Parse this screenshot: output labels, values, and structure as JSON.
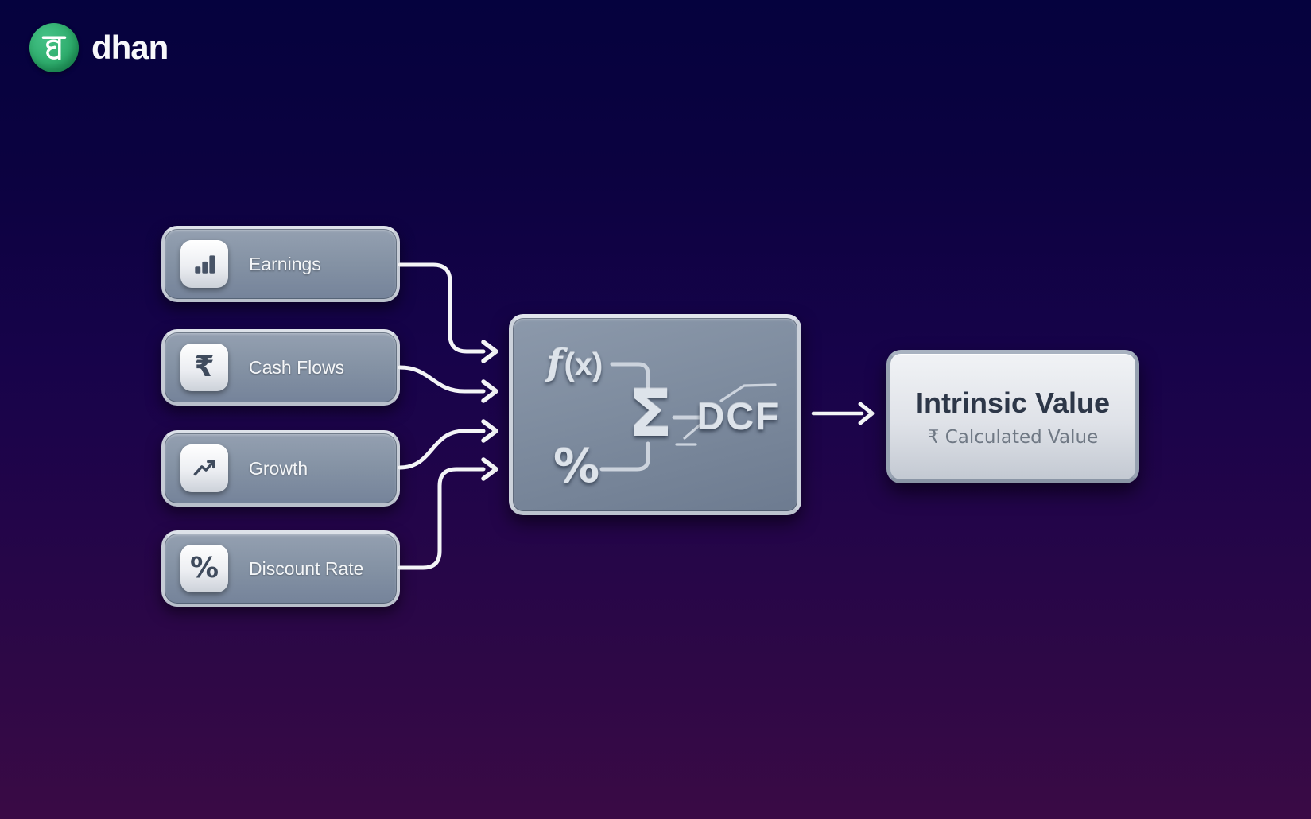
{
  "brand": {
    "name": "dhan",
    "logo_glyph": "ध",
    "logo_color": "#2fae6e"
  },
  "inputs": [
    {
      "label": "Earnings",
      "icon": "bar-chart-icon"
    },
    {
      "label": "Cash Flows",
      "icon": "rupee-icon",
      "glyph": "₹"
    },
    {
      "label": "Growth",
      "icon": "trend-up-icon"
    },
    {
      "label": "Discount Rate",
      "icon": "percent-icon",
      "glyph": "%"
    }
  ],
  "processor": {
    "fx_f": "f",
    "fx_x": "(x)",
    "sigma": "Σ",
    "percent": "%",
    "label": "DCF"
  },
  "output_card": {
    "title": "Intrinsic Value",
    "subtitle": "₹ Calculated Value"
  },
  "connections": [
    {
      "from": "Earnings",
      "to": "DCF"
    },
    {
      "from": "Cash Flows",
      "to": "DCF"
    },
    {
      "from": "Growth",
      "to": "DCF"
    },
    {
      "from": "Discount Rate",
      "to": "DCF"
    },
    {
      "from": "DCF",
      "to": "Intrinsic Value"
    }
  ],
  "colors": {
    "bg_top": "#05023e",
    "bg_bottom": "#3a0a45",
    "panel_fill": "#8090a4",
    "panel_border": "#ccd3dc",
    "connector": "#f4f5f7",
    "logo_green": "#2fae6e"
  }
}
